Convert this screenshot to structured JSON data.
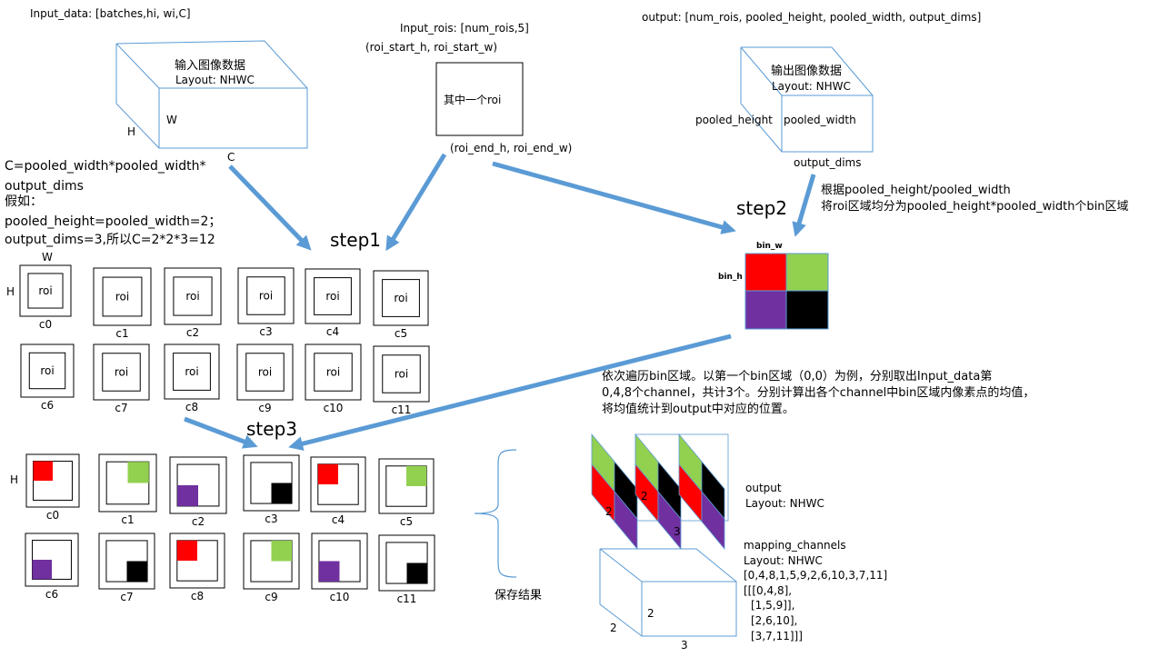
{
  "top": {
    "input_data_label": "Input_data: [batches,hi, wi,C]",
    "input_cube_title": "输入图像数据",
    "input_cube_layout": "Layout: NHWC",
    "input_cube_w": "W",
    "input_cube_h": "H",
    "input_cube_c": "C",
    "input_rois_label": "Input_rois: [num_rois,5]",
    "roi_start": "(roi_start_h, roi_start_w)",
    "roi_box_label": "其中一个roi",
    "roi_end": "(roi_end_h, roi_end_w)",
    "output_label": "output: [num_rois, pooled_height, pooled_width, output_dims]",
    "output_cube_title": "输出图像数据",
    "output_cube_layout": "Layout: NHWC",
    "pooled_height": "pooled_height",
    "pooled_width": "pooled_width",
    "output_dims": "output_dims"
  },
  "formula": {
    "line1": "C=pooled_width*pooled_width*",
    "line2": "output_dims",
    "line3": "假如：",
    "line4": "pooled_height=pooled_width=2；",
    "line5": "output_dims=3,所以C=2*2*3=12"
  },
  "steps": {
    "step1": "step1",
    "step2": "step2",
    "step3": "step3"
  },
  "step2_desc": {
    "line1": "根据pooled_height/pooled_width",
    "line2": "将roi区域均分为pooled_height*pooled_width个bin区域"
  },
  "bin": {
    "w_label": "bin_w",
    "h_label": "bin_h",
    "colors": {
      "red": "#ff0000",
      "green": "#92d050",
      "purple": "#7030a0",
      "black": "#000000"
    }
  },
  "channels_grid": {
    "w_label": "W",
    "h_label": "H",
    "roi_label": "roi",
    "channels": [
      "c0",
      "c1",
      "c2",
      "c3",
      "c4",
      "c5",
      "c6",
      "c7",
      "c8",
      "c9",
      "c10",
      "c11"
    ]
  },
  "result_grid": {
    "h_label": "H",
    "channels": [
      "c0",
      "c1",
      "c2",
      "c3",
      "c4",
      "c5",
      "c6",
      "c7",
      "c8",
      "c9",
      "c10",
      "c11"
    ],
    "bins": [
      "red",
      "green",
      "purple",
      "black",
      "red",
      "green",
      "purple",
      "black",
      "red",
      "green",
      "purple",
      "black"
    ]
  },
  "step3_desc": {
    "line1": "依次遍历bin区域。以第一个bin区域（0,0）为例，分别取出Input_data第",
    "line2": "0,4,8个channel，共计3个。分别计算出各个channel中bin区域内像素点的均值，",
    "line3": "将均值统计到output中对应的位置。"
  },
  "save_label": "保存结果",
  "output_block": {
    "label": "output",
    "layout": "Layout: NHWC",
    "dim_2a": "2",
    "dim_2b": "2",
    "dim_3": "3"
  },
  "mapping": {
    "label": "mapping_channels",
    "layout": "Layout: NHWC",
    "line1": "[0,4,8,1,5,9,2,6,10,3,7,11]",
    "line2": "[[[0,4,8],",
    "line3": "[1,5,9]],",
    "line4": "[2,6,10],",
    "line5": "[3,7,11]]]",
    "dim_2a": "2",
    "dim_2b": "2",
    "dim_3": "3"
  }
}
